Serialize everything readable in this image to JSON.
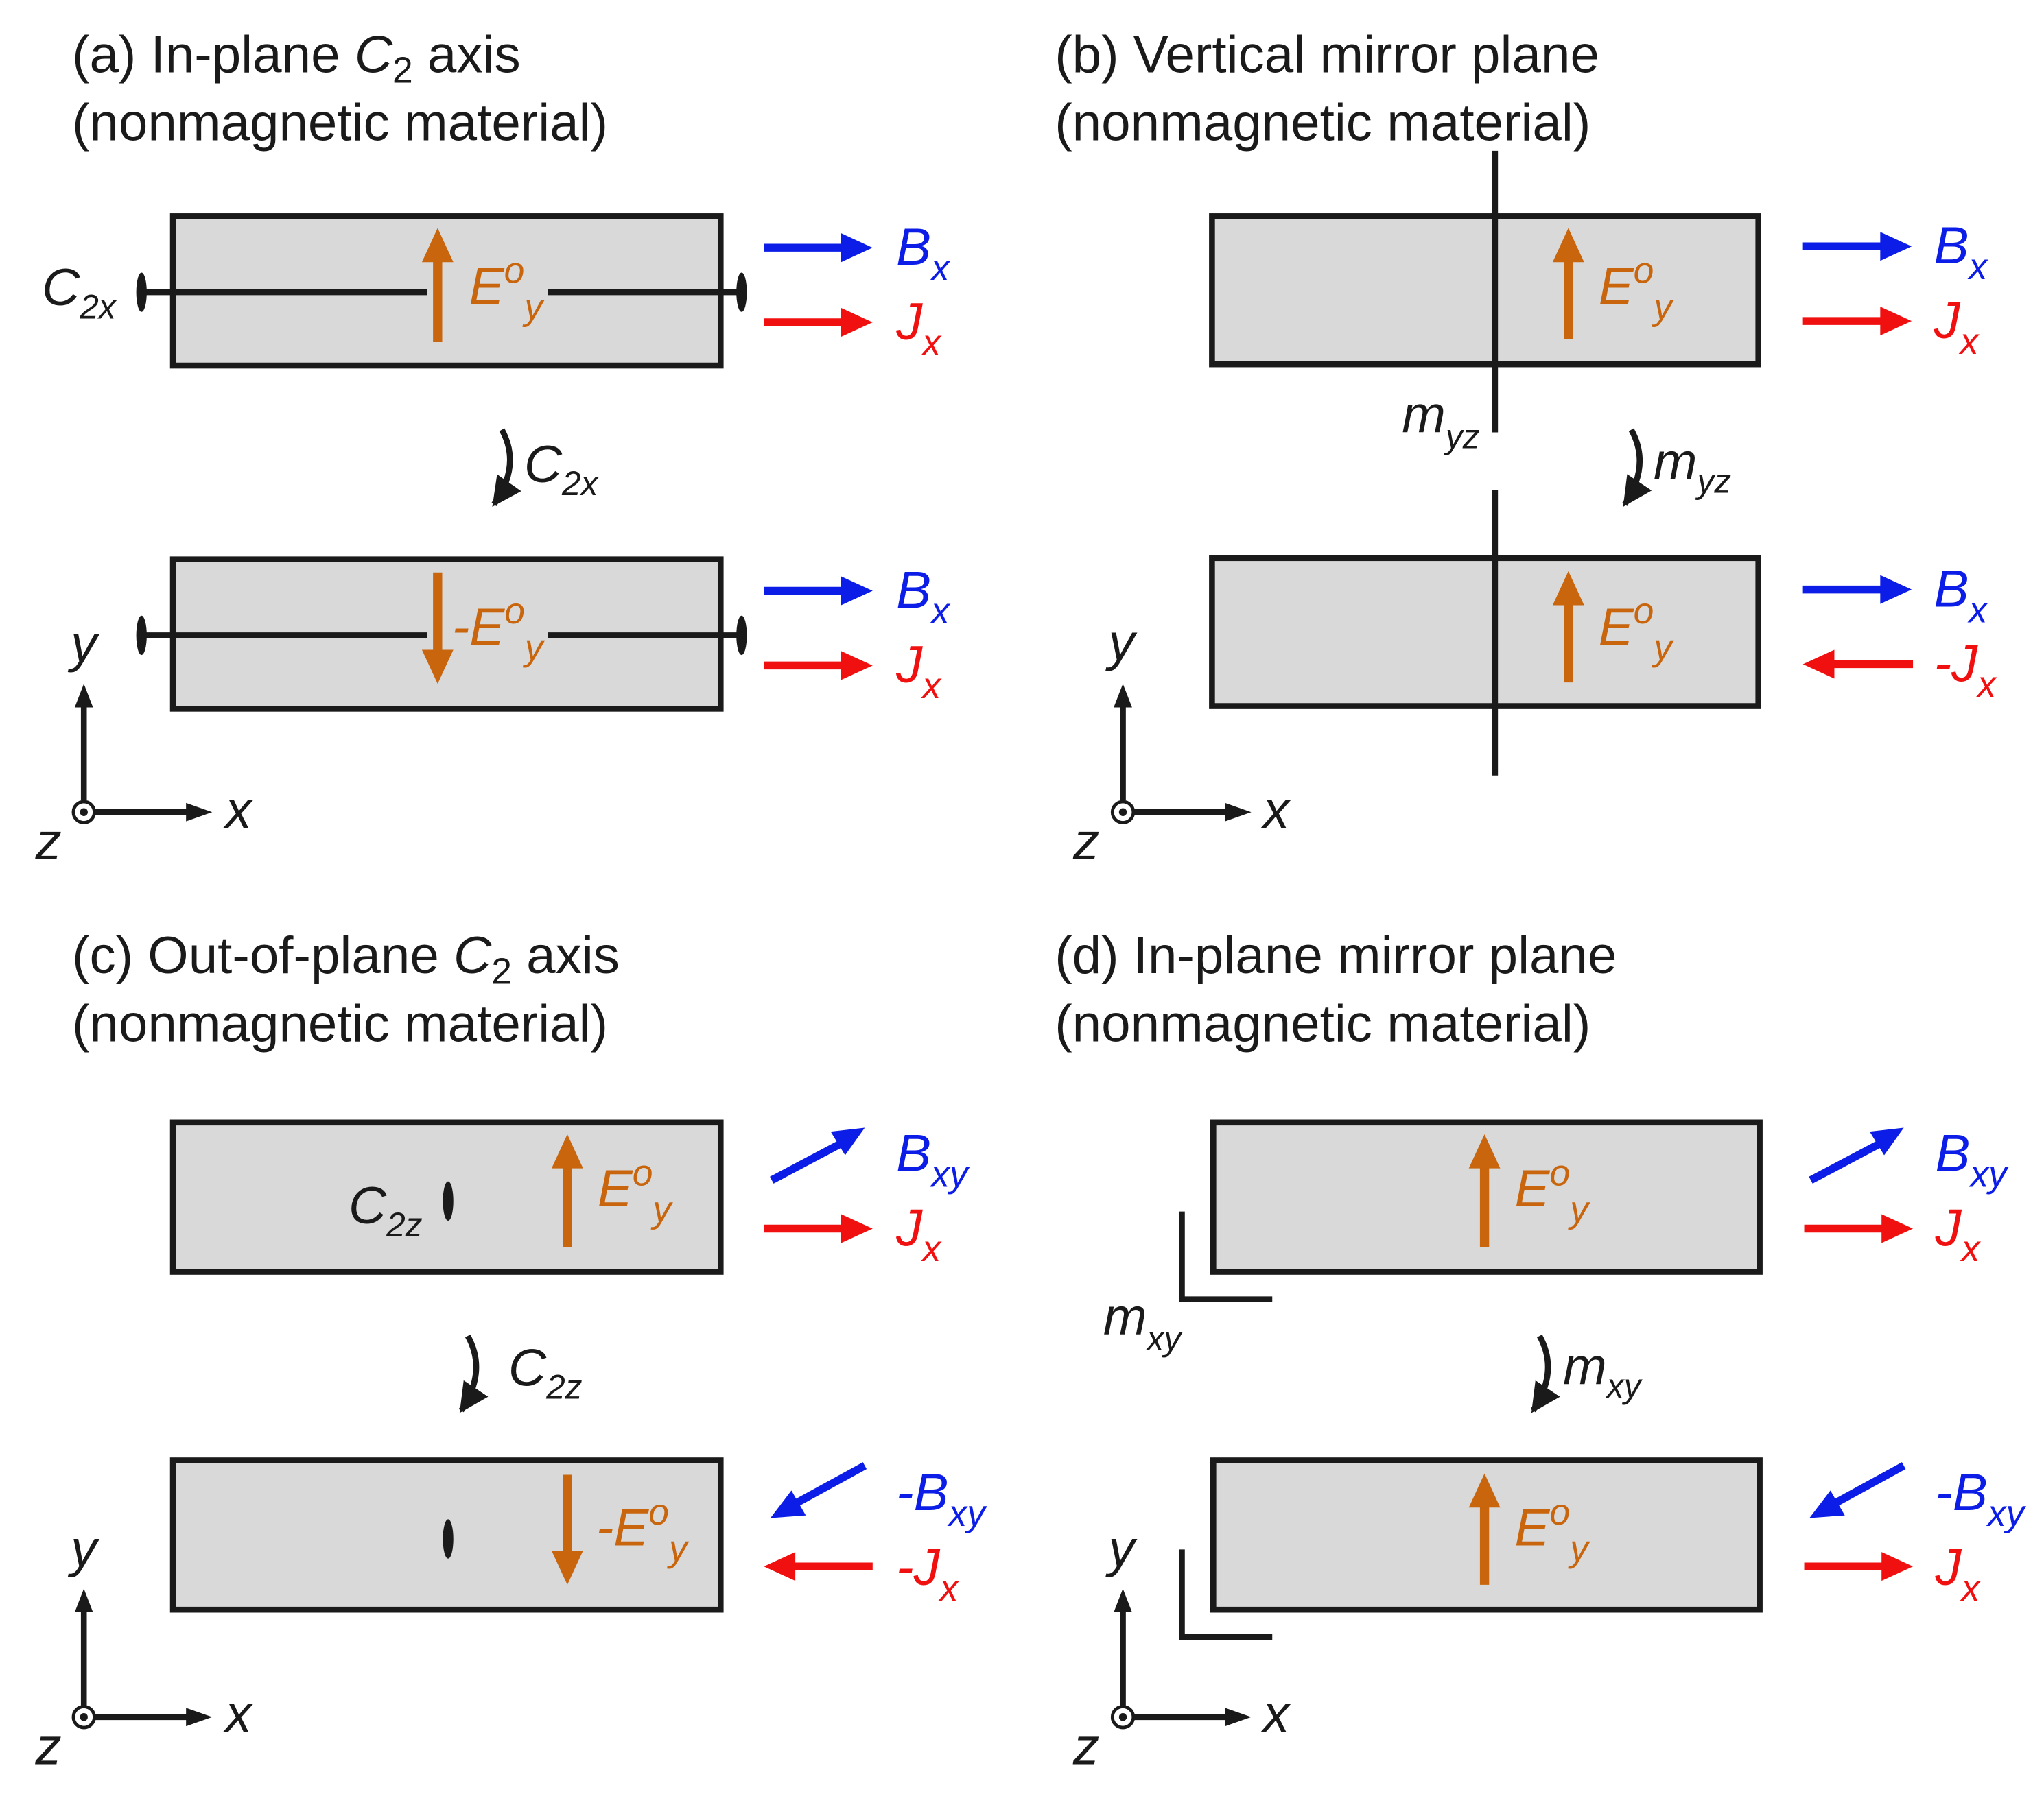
{
  "colors": {
    "field_E": "#c8650d",
    "field_B": "#0b1de6",
    "current_J": "#f01010",
    "slab_fill": "#d9d9d9",
    "lines": "#1a1a1a"
  },
  "panels": {
    "a": {
      "title_line1_pre": "(a) In-plane ",
      "title_line1_sym": "C",
      "title_line1_sub": "2",
      "title_line1_post": " axis",
      "title_line2": "(nonmagnetic material)",
      "axis_label": {
        "main": "C",
        "sub": "2x"
      },
      "operation": {
        "main": "C",
        "sub": "2x"
      },
      "top": {
        "E": {
          "main": "E",
          "sup": "o",
          "sub": "y"
        },
        "B": {
          "main": "B",
          "sub": "x"
        },
        "J": {
          "main": "J",
          "sub": "x"
        }
      },
      "bottom": {
        "E": {
          "main": "-E",
          "sup": "o",
          "sub": "y"
        },
        "B": {
          "main": "B",
          "sub": "x"
        },
        "J": {
          "main": "J",
          "sub": "x"
        }
      }
    },
    "b": {
      "title_line1": "(b) Vertical mirror plane",
      "title_line2": "(nonmagnetic material)",
      "plane_label": {
        "main": "m",
        "sub": "yz"
      },
      "operation": {
        "main": "m",
        "sub": "yz"
      },
      "top": {
        "E": {
          "main": "E",
          "sup": "o",
          "sub": "y"
        },
        "B": {
          "main": "B",
          "sub": "x"
        },
        "J": {
          "main": "J",
          "sub": "x"
        }
      },
      "bottom": {
        "E": {
          "main": "E",
          "sup": "o",
          "sub": "y"
        },
        "B": {
          "main": "B",
          "sub": "x"
        },
        "J": {
          "main": "-J",
          "sub": "x"
        }
      }
    },
    "c": {
      "title_line1_pre": "(c) Out-of-plane ",
      "title_line1_sym": "C",
      "title_line1_sub": "2",
      "title_line1_post": " axis",
      "title_line2": "(nonmagnetic material)",
      "axis_label": {
        "main": "C",
        "sub": "2z"
      },
      "operation": {
        "main": "C",
        "sub": "2z"
      },
      "top": {
        "E": {
          "main": "E",
          "sup": "o",
          "sub": "y"
        },
        "B": {
          "main": "B",
          "sub": "xy"
        },
        "J": {
          "main": "J",
          "sub": "x"
        }
      },
      "bottom": {
        "E": {
          "main": "-E",
          "sup": "o",
          "sub": "y"
        },
        "B": {
          "main": "-B",
          "sub": "xy"
        },
        "J": {
          "main": "-J",
          "sub": "x"
        }
      }
    },
    "d": {
      "title_line1": "(d) In-plane mirror plane",
      "title_line2": "(nonmagnetic material)",
      "plane_label": {
        "main": "m",
        "sub": "xy"
      },
      "operation": {
        "main": "m",
        "sub": "xy"
      },
      "top": {
        "E": {
          "main": "E",
          "sup": "o",
          "sub": "y"
        },
        "B": {
          "main": "B",
          "sub": "xy"
        },
        "J": {
          "main": "J",
          "sub": "x"
        }
      },
      "bottom": {
        "E": {
          "main": "E",
          "sup": "o",
          "sub": "y"
        },
        "B": {
          "main": "-B",
          "sub": "xy"
        },
        "J": {
          "main": "J",
          "sub": "x"
        }
      }
    }
  },
  "axes": {
    "x": "x",
    "y": "y",
    "z": "z"
  }
}
